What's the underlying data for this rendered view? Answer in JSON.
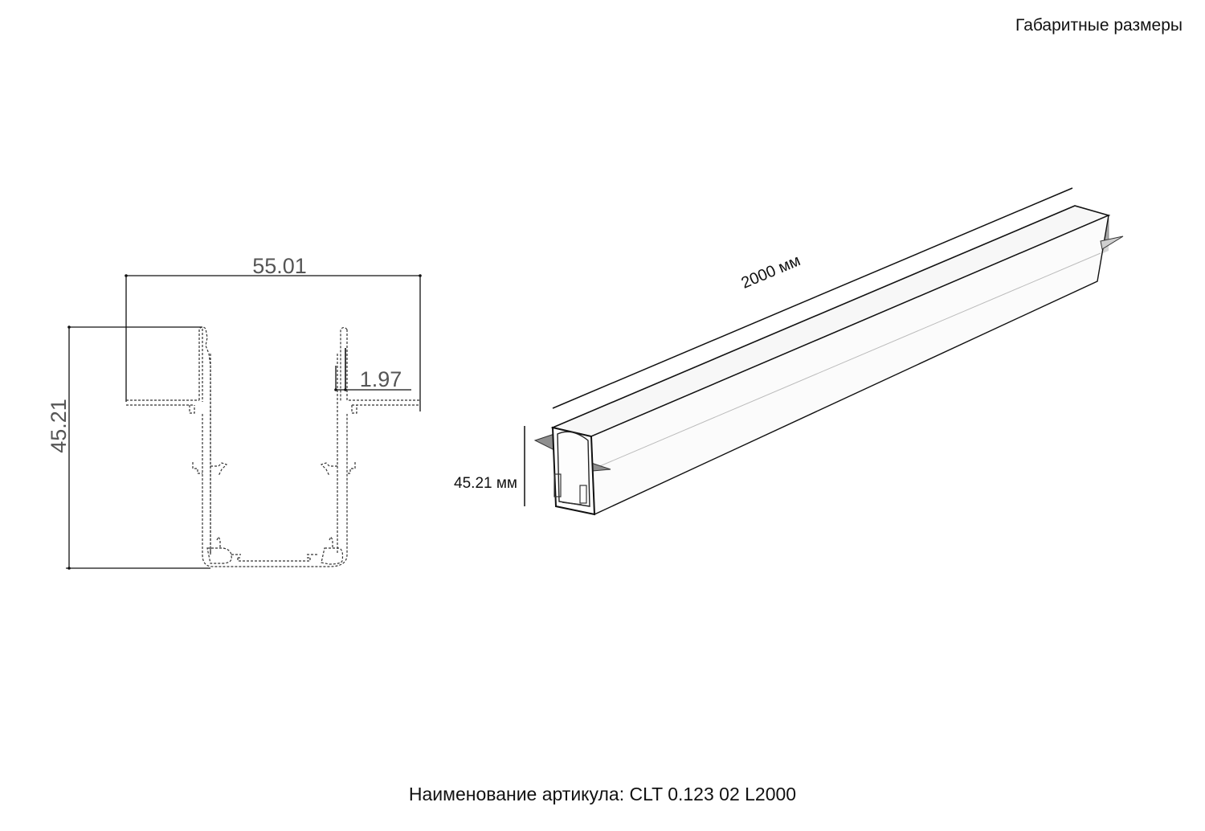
{
  "header": {
    "title": "Габаритные размеры"
  },
  "cross_section": {
    "width_label": "55.01",
    "height_label": "45.21",
    "wall_label": "1.97"
  },
  "isometric_view": {
    "length_label": "2000 мм",
    "height_label": "45.21 мм"
  },
  "footer": {
    "article_label": "Наименование артикула: CLT 0.123 02 L2000"
  },
  "colors": {
    "line": "#111111",
    "dim_text": "#555555",
    "profile_shade": "#9a9a9a",
    "background": "#ffffff"
  }
}
